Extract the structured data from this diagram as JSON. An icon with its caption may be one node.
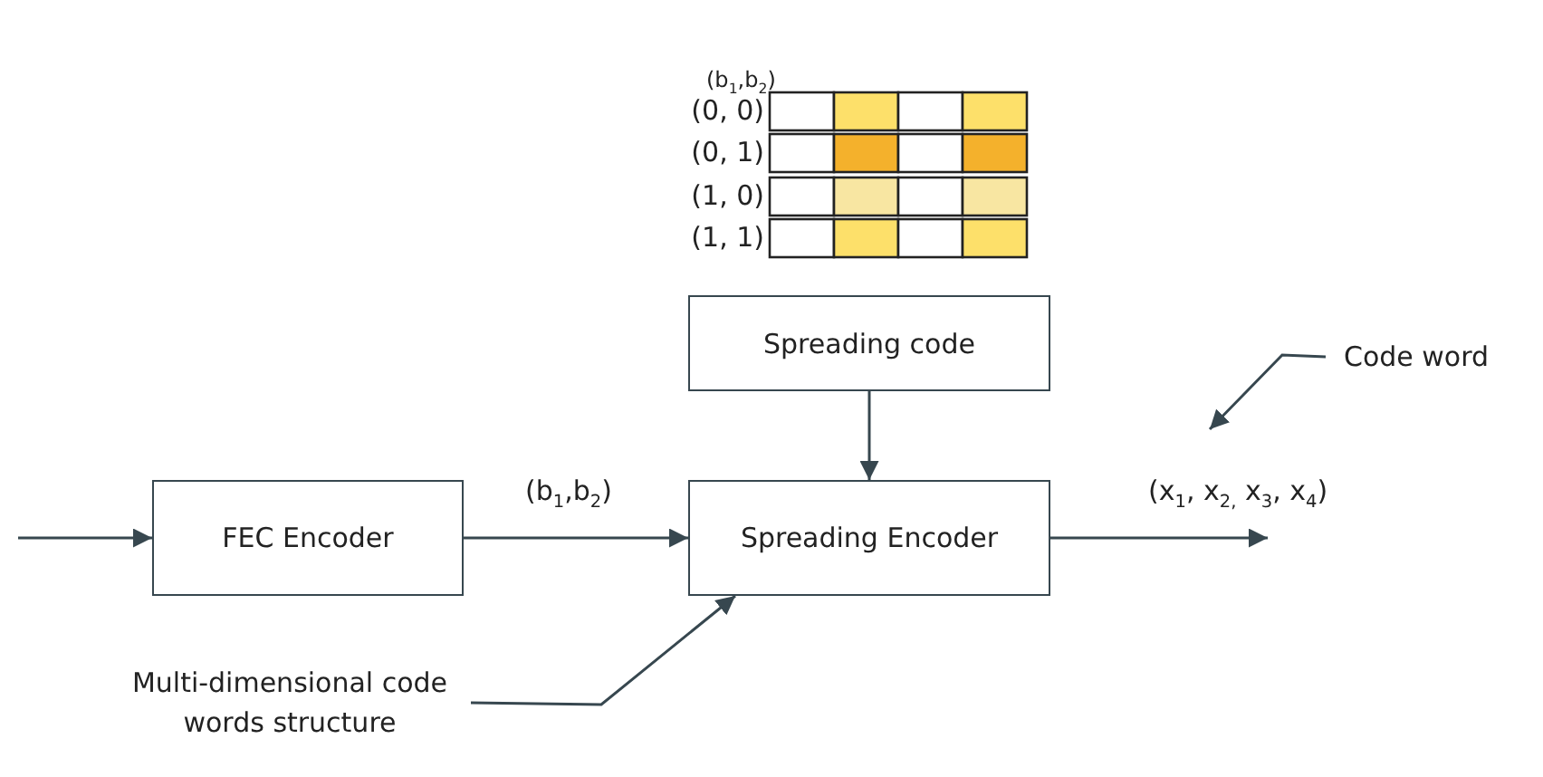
{
  "diagram": {
    "nodes": [
      {
        "text": [
          "FEC Encoder"
        ]
      },
      {
        "text": [
          "Spreading Encoder"
        ]
      },
      {
        "text": [
          "Spreading code"
        ]
      },
      {
        "text": [
          "Code word"
        ]
      },
      {
        "text": [
          "Multi-dimensional code words structure"
        ]
      }
    ],
    "edges": [
      {
        "from": null,
        "to": 0,
        "arrow": "to"
      },
      {
        "from": 0,
        "to": 1,
        "arrow": "to",
        "label": "(b$_{1}$,b$_{2}$)"
      },
      {
        "from": 2,
        "to": 1,
        "arrow": "to"
      },
      {
        "from": 1,
        "to": null,
        "arrow": "to",
        "label": "(x$_{1}$, x$_{2,}$ x$_{3}$, x$_{4}$)"
      },
      {
        "from": 3,
        "to": null,
        "arrow": "to"
      },
      {
        "from": 4,
        "to": 1,
        "arrow": "to"
      }
    ],
    "labels": [
      "(b$_{1}$,b$_{2}$)",
      "(0, 0)",
      "(0, 1)",
      "(1, 0)",
      "(1, 1)"
    ]
  }
}
